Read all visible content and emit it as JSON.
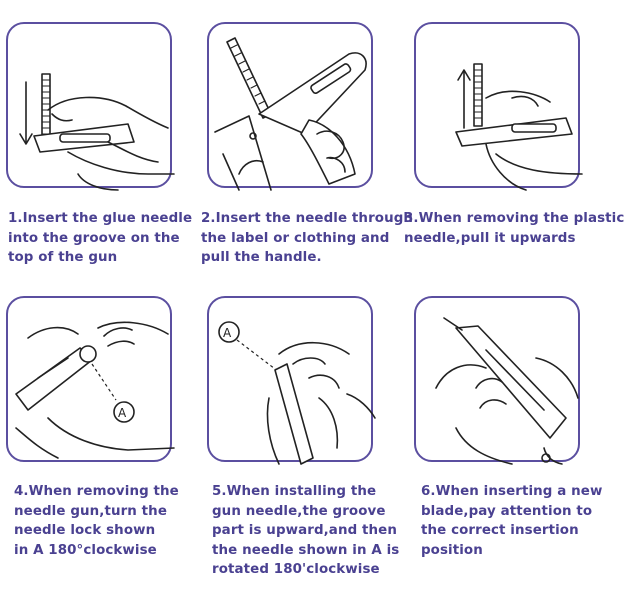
{
  "steps": [
    {
      "lines": [
        "1.Insert the glue needle",
        "into the groove on the",
        "top of the gun"
      ]
    },
    {
      "lines": [
        "2.Insert the needle through",
        "the label or clothing and",
        "pull the handle."
      ]
    },
    {
      "lines": [
        "3.When removing the plastic",
        "needle,pull it upwards"
      ]
    },
    {
      "lines": [
        "4.When removing the",
        "needle gun,turn the",
        "needle lock shown",
        "in A 180°clockwise"
      ]
    },
    {
      "lines": [
        "5.When installing the",
        "gun needle,the groove",
        "part is upward,and then",
        "the needle shown in A is",
        "rotated 180'clockwise"
      ]
    },
    {
      "lines": [
        "6.When inserting a new",
        "blade,pay attention to",
        "the correct insertion",
        "position"
      ]
    }
  ],
  "callouts": {
    "step4": "A",
    "step5": "A"
  },
  "colors": {
    "frame": "#5b4fa0",
    "caption": "#4a4191",
    "drawing": "#222222"
  }
}
